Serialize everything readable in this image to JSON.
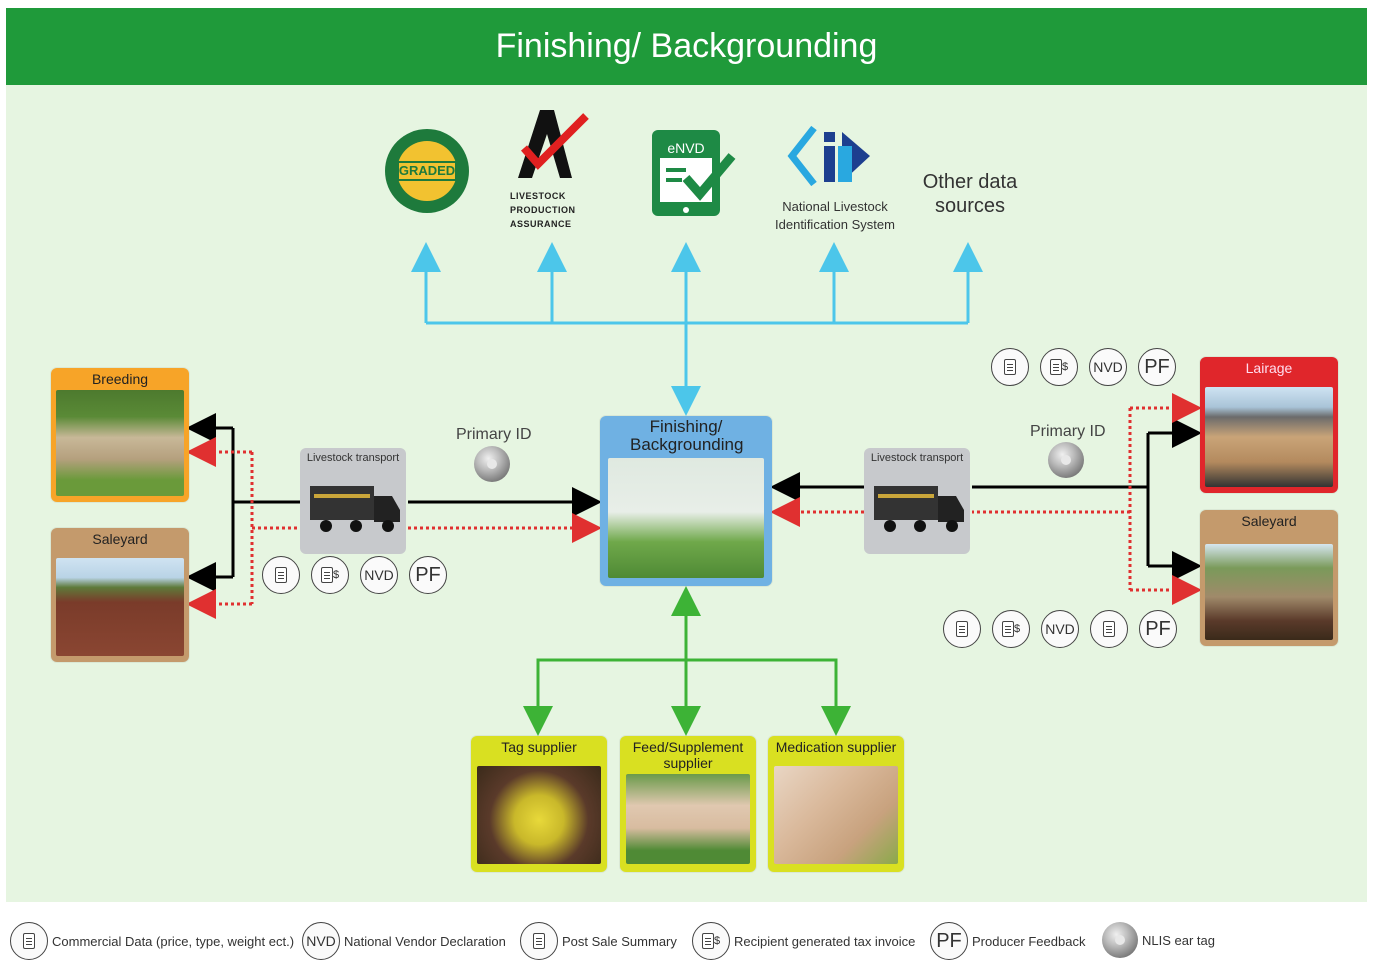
{
  "title": "Finishing/ Backgrounding",
  "sources": {
    "msa_text": "GRADED",
    "lpa_lines": [
      "LIVESTOCK",
      "PRODUCTION",
      "ASSURANCE"
    ],
    "envd": "eNVD",
    "nlis_lines": [
      "National Livestock",
      "Identification System"
    ],
    "other": "Other data sources"
  },
  "center_title": "Finishing/ Backgrounding",
  "left": {
    "breeding": "Breeding",
    "saleyard": "Saleyard",
    "transport": "Livestock transport",
    "primary_id": "Primary ID"
  },
  "right": {
    "lairage": "Lairage",
    "saleyard": "Saleyard",
    "transport": "Livestock transport",
    "primary_id": "Primary ID"
  },
  "suppliers": {
    "tag": "Tag supplier",
    "feed": "Feed/Supplement supplier",
    "medication": "Medication supplier"
  },
  "icons": {
    "nvd": "NVD",
    "pf": "PF"
  },
  "legend": {
    "commercial": "Commercial Data (price, type, weight ect.)",
    "nvd_code": "NVD",
    "nvd": "National Vendor Declaration",
    "post_sale": "Post Sale Summary",
    "rcti": "Recipient generated tax invoice",
    "pf_code": "PF",
    "pf": "Producer Feedback",
    "nlis": "NLIS ear tag"
  },
  "colors": {
    "header": "#1f9a3a",
    "panel": "#e6f5e1",
    "blue_arrow": "#4cc6ea",
    "green_arrow": "#3db336",
    "red_dotted": "#e03030",
    "breeding": "#f7a428",
    "saleyard": "#c49a6c",
    "lairage": "#e0262b",
    "supplier": "#d9e021",
    "center": "#6fb1e3"
  }
}
